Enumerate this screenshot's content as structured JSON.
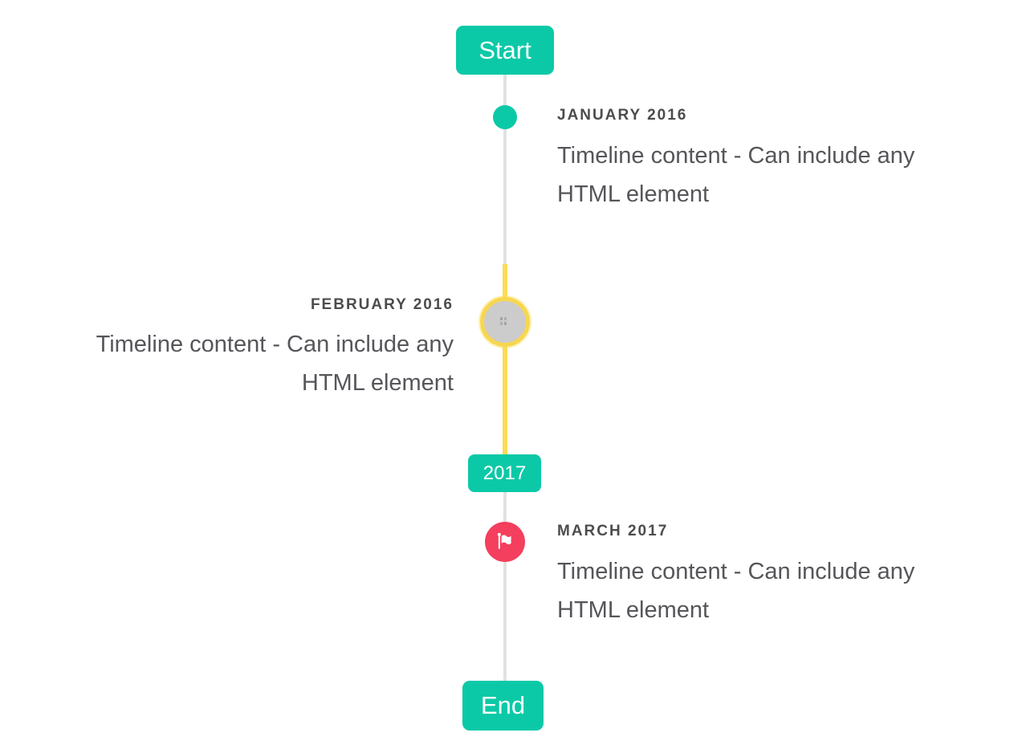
{
  "timeline": {
    "start_label": "Start",
    "end_label": "End",
    "year_badge": "2017",
    "items": [
      {
        "date": "JANUARY 2016",
        "content": "Timeline content - Can include any HTML element",
        "side": "right",
        "marker": "teal-dot"
      },
      {
        "date": "FEBRUARY 2016",
        "content": "Timeline content - Can include any HTML element",
        "side": "left",
        "marker": "image-circle-yellow-ring"
      },
      {
        "date": "MARCH 2017",
        "content": "Timeline content - Can include any HTML element",
        "side": "right",
        "marker": "flag-circle"
      }
    ],
    "colors": {
      "accent": "#0bc9a7",
      "line": "#e1e1e1",
      "highlight_line": "#fbdb57",
      "flag_marker": "#f43f5e",
      "image_circle_fill": "#cccccc",
      "date_text": "#4c4c4c",
      "content_text": "#55565a"
    }
  }
}
